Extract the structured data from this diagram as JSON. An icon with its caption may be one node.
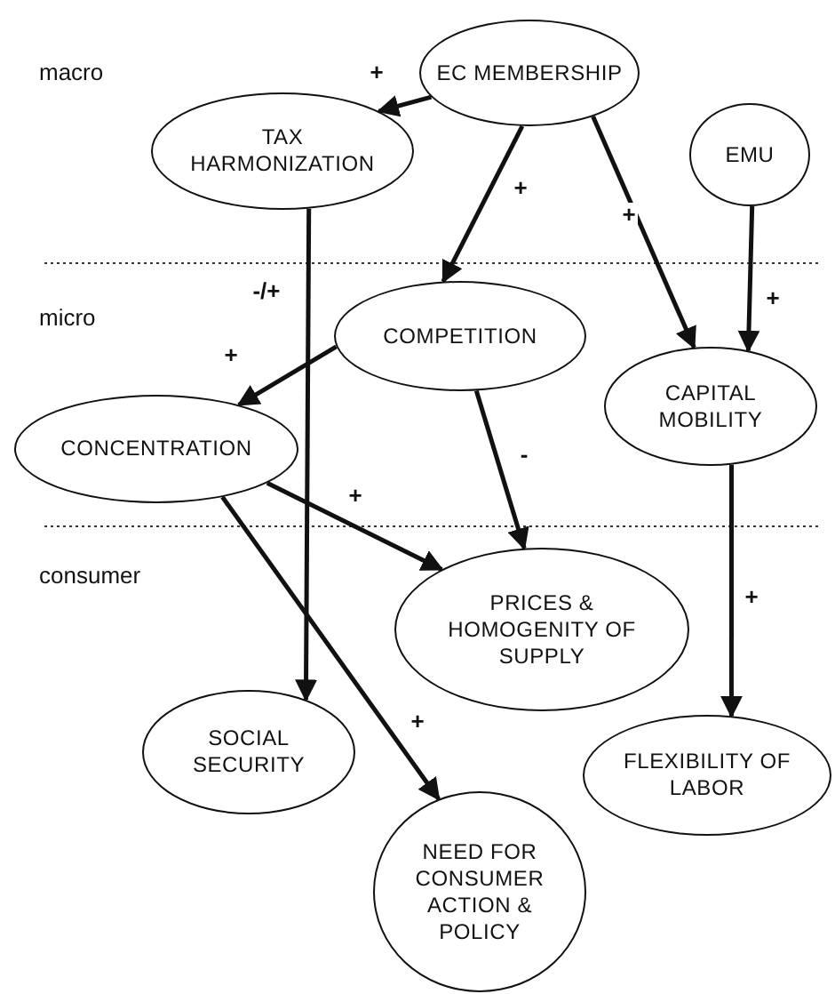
{
  "diagram": {
    "nodes": [
      {
        "text": [
          "EC MEMBERSHIP"
        ]
      },
      {
        "text": [
          "TAX HARMONIZATION"
        ]
      },
      {
        "text": [
          "EMU"
        ]
      },
      {
        "text": [
          "COMPETITION"
        ]
      },
      {
        "text": [
          "CAPITAL MOBILITY"
        ]
      },
      {
        "text": [
          "CONCENTRATION"
        ]
      },
      {
        "text": [
          "PRICES & HOMOGENITY OF SUPPLY"
        ]
      },
      {
        "text": [
          "SOCIAL SECURITY"
        ]
      },
      {
        "text": [
          "FLEXIBILITY OF LABOR"
        ]
      },
      {
        "text": [
          "NEED FOR CONSUMER ACTION & POLICY"
        ]
      }
    ],
    "edges": [
      {
        "from": 0,
        "to": 1,
        "arrow": "to",
        "label": "+"
      },
      {
        "from": 0,
        "to": 3,
        "arrow": "to",
        "label": "+"
      },
      {
        "from": 0,
        "to": 4,
        "arrow": "to",
        "label": "+"
      },
      {
        "from": 2,
        "to": 4,
        "arrow": "to",
        "label": "+"
      },
      {
        "from": 1,
        "to": 7,
        "arrow": "to",
        "label": "-/+"
      },
      {
        "from": 3,
        "to": 5,
        "arrow": "to",
        "label": "+"
      },
      {
        "from": 3,
        "to": 6,
        "arrow": "to",
        "label": "-"
      },
      {
        "from": 5,
        "to": 6,
        "arrow": "to",
        "label": "+"
      },
      {
        "from": 5,
        "to": 9,
        "arrow": "to",
        "label": "+"
      },
      {
        "from": 4,
        "to": 8,
        "arrow": "to",
        "label": "+"
      }
    ],
    "labels": [
      "macro",
      "micro",
      "consumer"
    ]
  }
}
